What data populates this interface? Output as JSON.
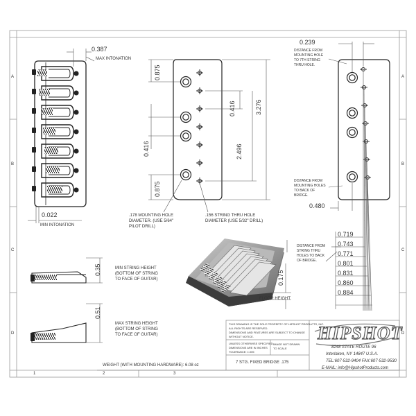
{
  "drawing": {
    "zones": {
      "rows": [
        "A",
        "B",
        "C",
        "D"
      ],
      "cols": [
        "1",
        "2",
        "3"
      ]
    },
    "dimensions": {
      "top_intonation": "0.387",
      "min_intonation_val": "0.022",
      "front_top": "0.875",
      "front_mid": "0.416",
      "front_bottom": "0.875",
      "front_spacing": "0.416",
      "front_thru": "2.496",
      "front_overall": "3.276",
      "side_top": "0.239",
      "side_back": "0.480",
      "side_list": [
        "0.719",
        "0.743",
        "0.771",
        "0.801",
        "0.831",
        "0.860",
        "0.884"
      ],
      "min_height_val": "0.35",
      "max_height_val": "0.51",
      "floor_val": "0.175"
    },
    "labels": {
      "max_intonation": "MAX INTONATION",
      "min_intonation": "MIN INTONATION",
      "mounting_hole": [
        ".178 MOUNTING HOLE",
        "DIAMETER. (USE 5/64\"",
        "PILOT DRILL)"
      ],
      "string_thru_hole": [
        ".156 STRING THRU HOLE",
        "DIAMETER (USE 5/32\" DRILL)"
      ],
      "dist_7th": [
        "DISTANCE FROM",
        "MOUNTING HOLE",
        "TO 7TH STRING",
        "THRU HOLE."
      ],
      "dist_back": [
        "DISTANCE FROM",
        "MOUNTING HOLES",
        "TO BACK OF",
        "BRIDGE."
      ],
      "dist_thru_back": [
        "DISTANCE FROM",
        "STRING THRU",
        "HOLES TO BACK",
        "OF BRIDGE."
      ],
      "min_string_height": [
        "MIN STRING HEIGHT",
        "(BOTTOM OF STRING",
        "TO FACE OF GUITAR)"
      ],
      "max_string_height": [
        "MAX STRING HEIGHT",
        "(BOTTOM OF STRING",
        "TO FACE OF GUITAR)"
      ],
      "floor_height": "FLOOR HEIGHT",
      "weight": "WEIGHT (WITH MOUNTING HARDWARE): 6.08 oz"
    },
    "title_block": {
      "property_note": [
        "THIS DRAWING IS THE SOLE PROPERTY OF HIPSHOT PRODUCTS, INC.",
        "ALL RIGHTS ARE RESERVED.",
        "DIMENSIONS AND FEATURES ARE SUBJECT TO CHANGE",
        "WITHOUT NOTICE."
      ],
      "tolerance_note": [
        "UNLESS OTHERWISE SPECIFIED:",
        "DIMENSIONS ARE IN INCHES",
        "TOLERANCE: ±.005"
      ],
      "scale_note": [
        "IMAGE NOT DRAWN",
        "TO SCALE"
      ],
      "part_title": "7 STG. FIXED BRIDGE .175"
    },
    "company": {
      "logo": "HIPSHOT",
      "address1": "8248 STATE ROUTE 96",
      "address2": "Interlaken, NY 14847 U.S.A.",
      "phone": "TEL:607-532-9404 FAX:607-532-9530",
      "email": "E-MAIL: info@HipshotProducts.com"
    }
  }
}
